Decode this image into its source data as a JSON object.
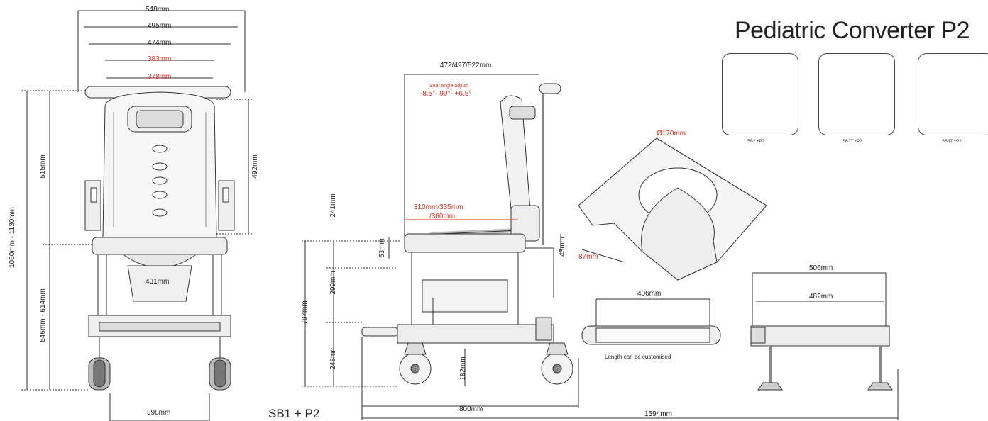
{
  "title": "Pediatric Converter P2",
  "model_label": "SB1 + P2",
  "thumbnails": [
    {
      "caption": "SB2 +P2"
    },
    {
      "caption": "SB3T +P2"
    },
    {
      "caption": "SB3T +P2"
    }
  ],
  "front_view": {
    "width_548": "548mm",
    "width_495": "495mm",
    "width_474": "474mm",
    "width_383": "383mm",
    "width_378": "378mm",
    "height_total": "1060mm - 1130mm",
    "height_515": "515mm",
    "height_546": "546mm - 614mm",
    "height_492": "492mm",
    "seat_431": "431mm",
    "base_398": "398mm"
  },
  "side_view": {
    "depth_top": "472/497/522mm",
    "seat_angle_title": "Seat angle adjust",
    "seat_angle_range": "-8.5°- 90°- +6.5°",
    "seat_depth_1": "310mm/335mm",
    "seat_depth_2": "/360mm",
    "h_787": "787mm",
    "h_241": "241mm",
    "h_53": "53mm",
    "h_299": "299mm",
    "h_248": "248mm",
    "h_182": "182mm",
    "h_43": "43mm",
    "len_800": "800mm",
    "len_1594": "1594mm"
  },
  "cushion": {
    "hole_dia": "Ø170mm",
    "thickness": "87mm"
  },
  "base_side": {
    "len_406": "406mm",
    "note": "Length can be customised"
  },
  "base_front": {
    "w_506": "506mm",
    "w_482": "482mm"
  },
  "colors": {
    "line": "#333333",
    "accent_red": "#e0301e",
    "fill": "#f4f4f4"
  }
}
